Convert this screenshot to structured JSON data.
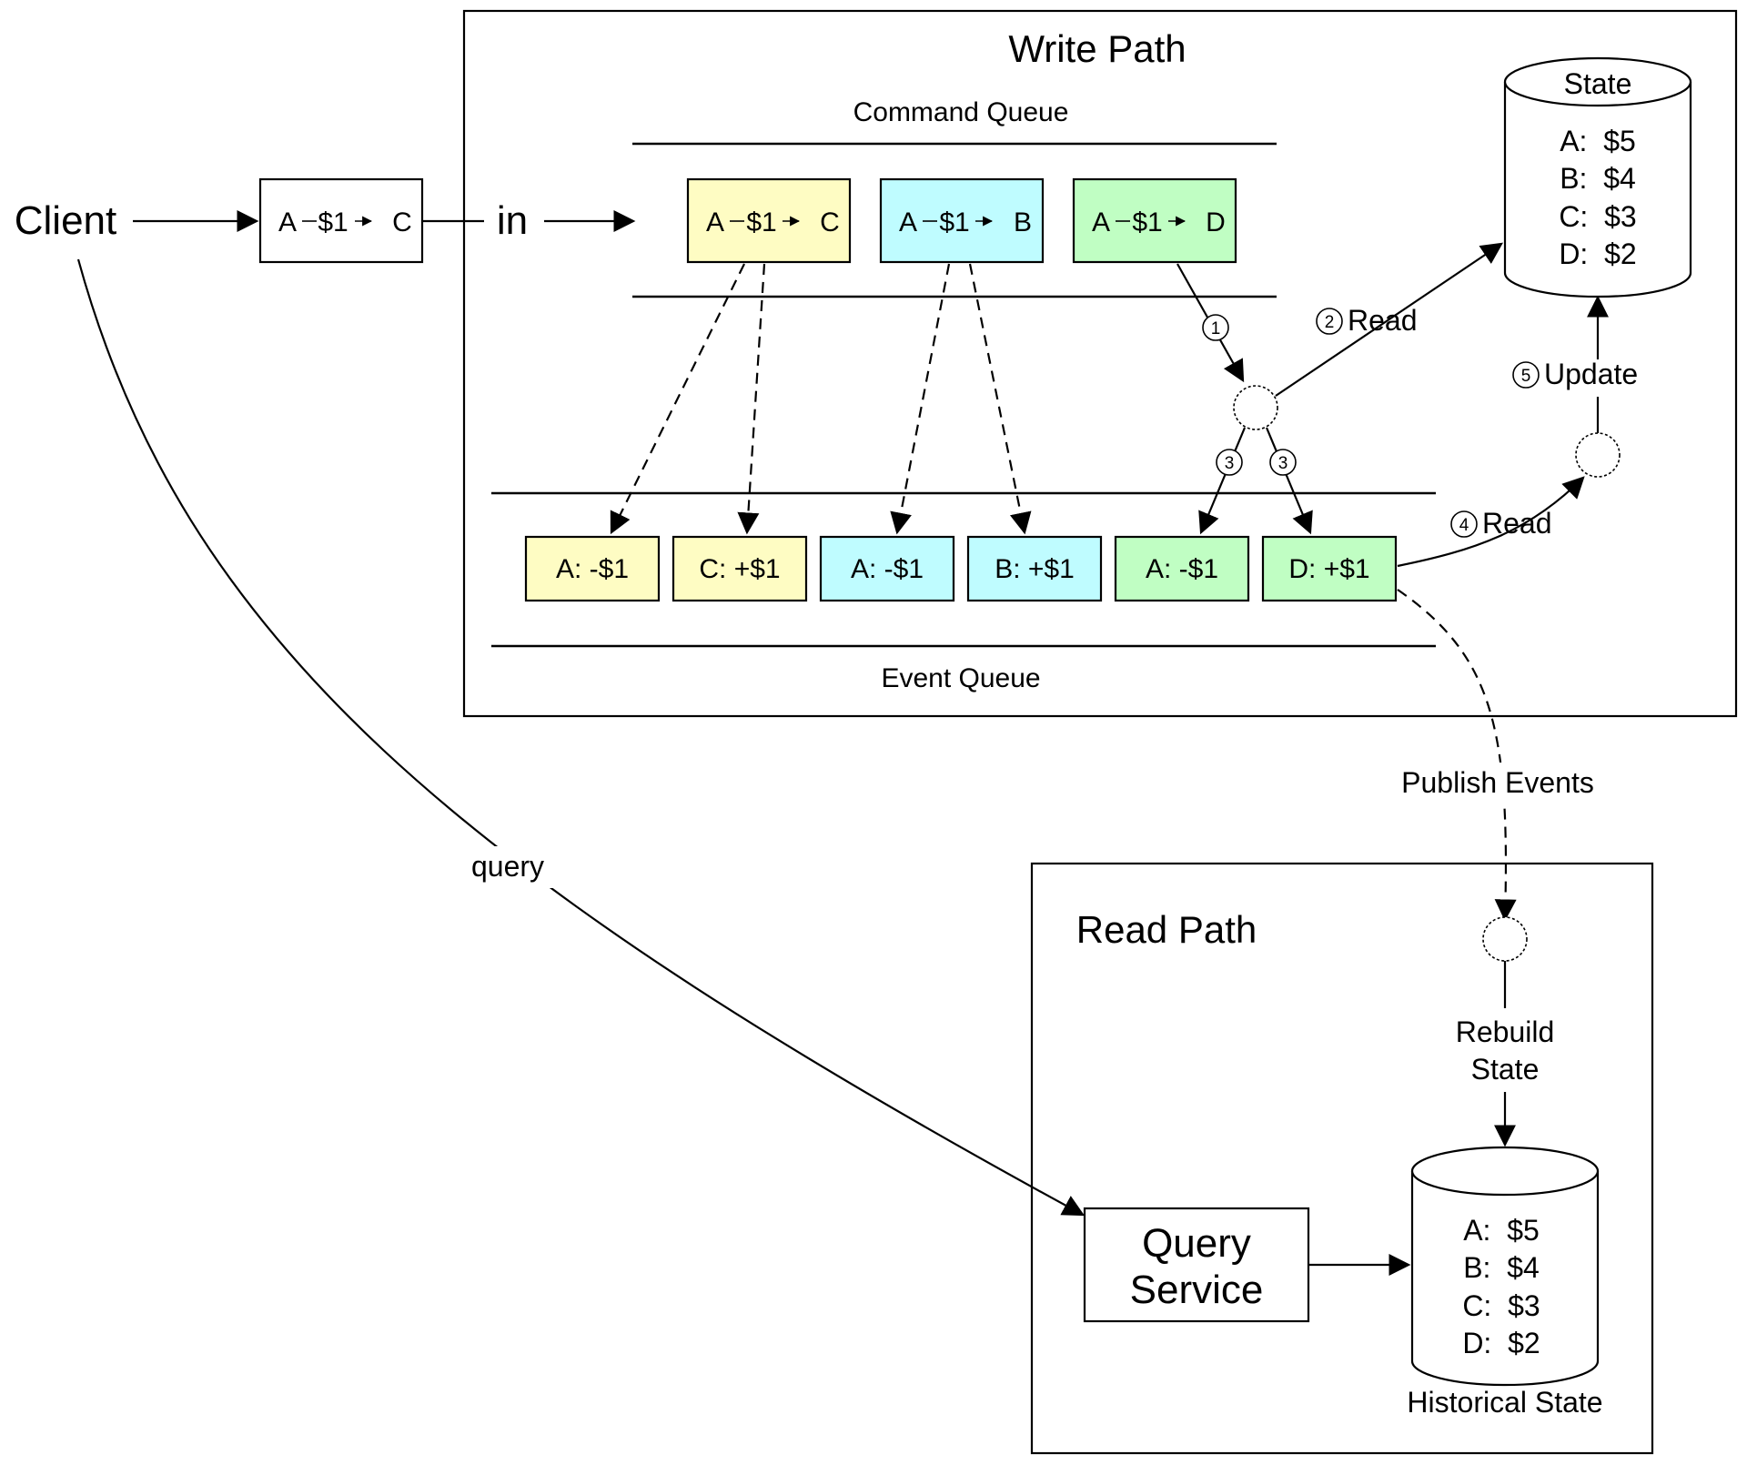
{
  "client": {
    "label": "Client"
  },
  "incoming_command": {
    "from": "A",
    "amount": "$1",
    "to": "C"
  },
  "in_label": "in",
  "write_path": {
    "title": "Write Path",
    "command_queue_label": "Command Queue",
    "commands": [
      {
        "from": "A",
        "amount": "$1",
        "to": "C",
        "color": "#fefcc3"
      },
      {
        "from": "A",
        "amount": "$1",
        "to": "B",
        "color": "#bffcff"
      },
      {
        "from": "A",
        "amount": "$1",
        "to": "D",
        "color": "#c0fec3"
      }
    ],
    "event_queue_label": "Event Queue",
    "events": [
      {
        "label": "A: -$1",
        "color": "#fefcc3"
      },
      {
        "label": "C: +$1",
        "color": "#fefcc3"
      },
      {
        "label": "A: -$1",
        "color": "#bffcff"
      },
      {
        "label": "B: +$1",
        "color": "#bffcff"
      },
      {
        "label": "A: -$1",
        "color": "#c0fec3"
      },
      {
        "label": "D: +$1",
        "color": "#c0fec3"
      }
    ],
    "state": {
      "title": "State",
      "rows": [
        "A:  $5",
        "B:  $4",
        "C:  $3",
        "D:  $2"
      ]
    },
    "steps": {
      "s1": "1",
      "s2": "2",
      "s2_label": "Read",
      "s3a": "3",
      "s3b": "3",
      "s4": "4",
      "s4_label": "Read",
      "s5": "5",
      "s5_label": "Update"
    }
  },
  "publish_events_label": "Publish Events",
  "query_label": "query",
  "read_path": {
    "title": "Read Path",
    "rebuild_line1": "Rebuild",
    "rebuild_line2": "State",
    "query_service_line1": "Query",
    "query_service_line2": "Service",
    "historical_rows": [
      "A:  $5",
      "B:  $4",
      "C:  $3",
      "D:  $2"
    ],
    "historical_label": "Historical State"
  }
}
